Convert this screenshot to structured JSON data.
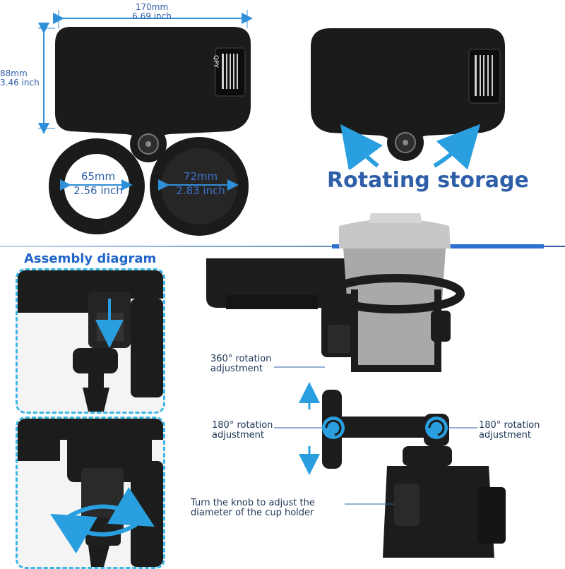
{
  "top": {
    "width_mm": "170mm",
    "width_inch": "6.69 inch",
    "height_mm": "88mm",
    "height_inch": "3.46 inch",
    "left_hole_mm": "65mm",
    "left_hole_inch": "2.56 inch",
    "right_hole_mm": "72mm",
    "right_hole_inch": "2.83 inch",
    "logo_text": "QPY"
  },
  "rotating": {
    "label": "Rotating storage"
  },
  "assembly": {
    "title": "Assembly diagram"
  },
  "callouts": {
    "rot360_line1": "360° rotation",
    "rot360_line2": "adjustment",
    "rot180_left_line1": "180° rotation",
    "rot180_left_line2": "adjustment",
    "rot180_right_line1": "180° rotation",
    "rot180_right_line2": "adjustment",
    "knob_line1": "Turn the knob to adjust the",
    "knob_line2": "diameter of the cup holder"
  },
  "colors": {
    "accent": "#2f5fa8",
    "arrow": "#2a9fe0",
    "panel_border": "#39b6e6",
    "tray": "#1a1a1a"
  }
}
